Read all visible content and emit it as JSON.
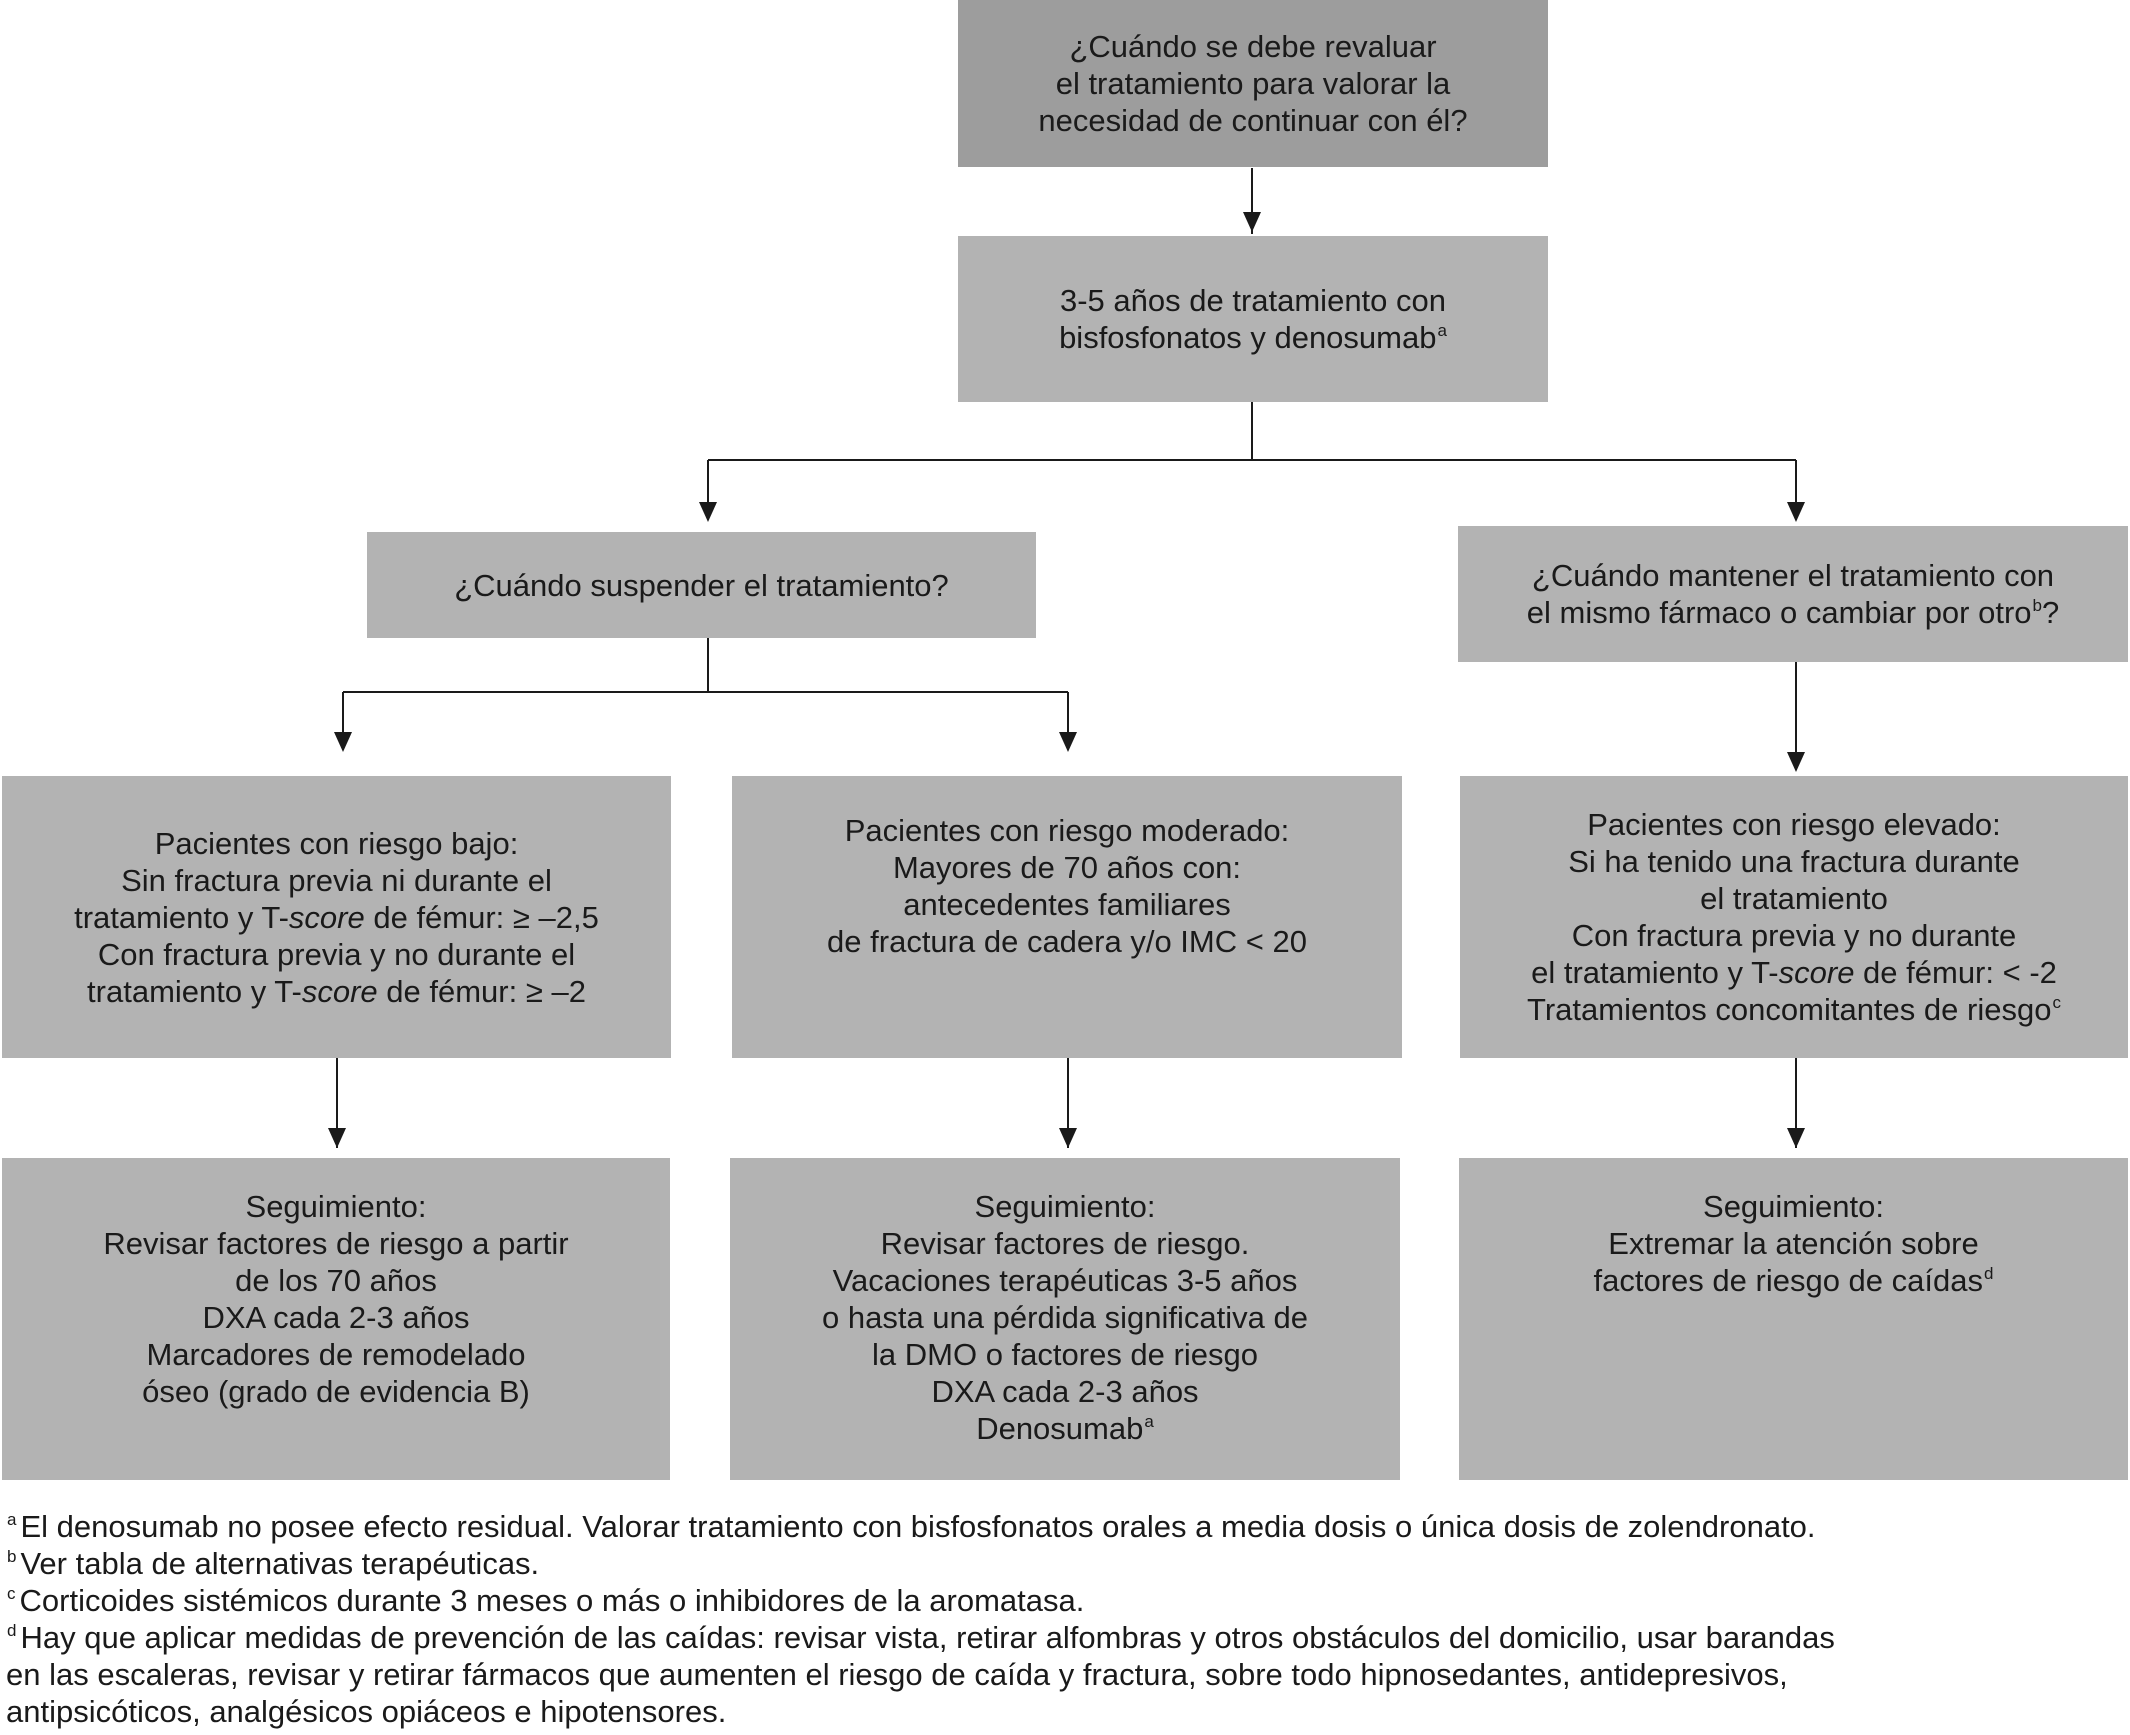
{
  "colors": {
    "box_dark": "#9d9d9d",
    "box_mid": "#b3b3b3",
    "text": "#1a1a1a",
    "line": "#1a1a1a"
  },
  "q_revaluar": {
    "lines": [
      "¿Cuándo se debe revaluar",
      "el tratamiento para valorar la",
      "necesidad de continuar con él?"
    ]
  },
  "tratamiento": {
    "line1": "3-5 años de tratamiento con",
    "line2": "bisfosfonatos y denosumab",
    "sup2": "a"
  },
  "q_suspender": {
    "text": "¿Cuándo suspender el tratamiento?"
  },
  "q_mantener": {
    "line1": "¿Cuándo mantener el tratamiento con",
    "line2_pre": "el mismo fármaco o cambiar por otro",
    "sup": "b",
    "line2_post": "?"
  },
  "riesgo_bajo": {
    "line1": "Pacientes con riesgo bajo:",
    "line2": "Sin fractura previa ni durante el",
    "line3_pre": "tratamiento y T-",
    "line3_em": "score",
    "line3_post": " de fémur: ≥ –2,5",
    "line4": "Con fractura previa y no durante el",
    "line5_pre": "tratamiento y T-",
    "line5_em": "score",
    "line5_post": " de fémur: ≥ –2"
  },
  "riesgo_moderado": {
    "lines": [
      "Pacientes con riesgo moderado:",
      "Mayores de 70 años con:",
      "antecedentes familiares",
      "de fractura de cadera y/o IMC < 20"
    ]
  },
  "riesgo_elevado": {
    "line1": "Pacientes con riesgo elevado:",
    "line2": "Si ha tenido una fractura durante",
    "line3": "el tratamiento",
    "line4": "Con fractura previa y no durante",
    "line5_pre": "el tratamiento y T-",
    "line5_em": "score",
    "line5_post": " de fémur: < -2",
    "line6": "Tratamientos concomitantes de riesgo",
    "sup6": "c"
  },
  "seg_bajo": {
    "lines": [
      "Seguimiento:",
      "Revisar factores de riesgo a partir",
      "de los 70 años",
      "DXA cada 2-3 años",
      "Marcadores de remodelado",
      "óseo (grado de evidencia B)"
    ]
  },
  "seg_moderado": {
    "lines": [
      "Seguimiento:",
      "Revisar factores de riesgo.",
      "Vacaciones terapéuticas 3-5 años",
      "o hasta una pérdida significativa de",
      "la DMO o factores de riesgo",
      "DXA cada 2-3 años"
    ],
    "last": "Denosumab",
    "last_sup": "a"
  },
  "seg_elevado": {
    "line1": "Seguimiento:",
    "line2": "Extremar la atención sobre",
    "line3": "factores de riesgo de caídas",
    "sup3": "d"
  },
  "footnotes": [
    {
      "mark": "a",
      "text": "El denosumab no posee efecto residual. Valorar tratamiento con bisfosfonatos orales a media dosis o única dosis de zolendronato."
    },
    {
      "mark": "b",
      "text": "Ver tabla de alternativas terapéuticas."
    },
    {
      "mark": "c",
      "text": "Corticoides sistémicos durante 3 meses o más o inhibidores de la aromatasa."
    },
    {
      "mark": "d",
      "text": "Hay que aplicar medidas de prevención de las caídas: revisar vista, retirar alfombras y otros obstáculos del domicilio, usar barandas",
      "cont": [
        "en las escaleras, revisar y retirar fármacos que aumenten el riesgo de caída y fractura, sobre todo hipnosedantes, antidepresivos,",
        "antipsicóticos, analgésicos opiáceos e hipotensores."
      ]
    }
  ]
}
